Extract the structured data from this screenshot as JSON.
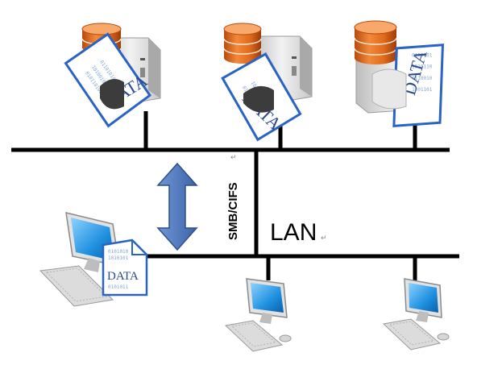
{
  "diagram": {
    "protocol_label": "SMB/CIFS",
    "network_label": "LAN",
    "paragraph_mark": "↵",
    "data_label": "DATA",
    "servers": [
      {
        "data_label": "DATA"
      },
      {
        "data_label": "DATA"
      },
      {
        "data_label": "DATA"
      }
    ],
    "clients": [
      {
        "has_data_sheet": true
      },
      {
        "has_data_sheet": false
      },
      {
        "has_data_sheet": false
      }
    ],
    "colors": {
      "line": "#000000",
      "arrow": "#4a72b8",
      "database": "#e06a1b",
      "screen": "#1e90e0",
      "server_body": "#e4e4e4"
    }
  }
}
